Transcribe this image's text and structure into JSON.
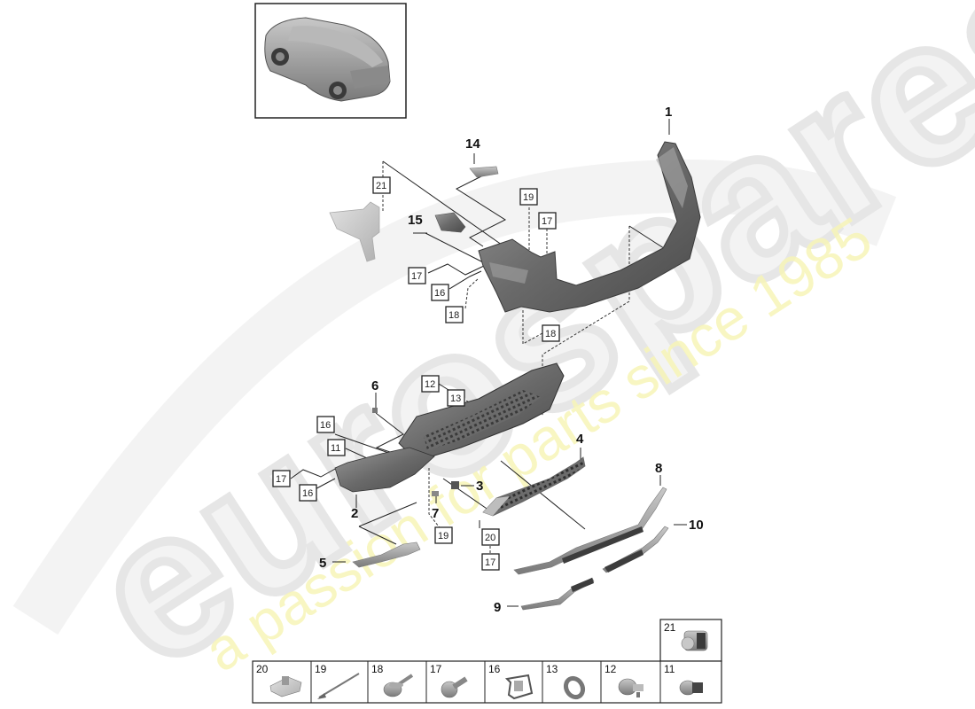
{
  "watermark": {
    "brand": "eurospares",
    "tagline": "a passion for parts since 1985",
    "tagline_color": "#f7f5b8",
    "brand_color": "#e6e6e6"
  },
  "thumbnail": {
    "alt": "vehicle overview - rear 3/4 view of SUV"
  },
  "callouts": {
    "c1": "1",
    "c2": "2",
    "c3": "3",
    "c4": "4",
    "c5": "5",
    "c6": "6",
    "c7": "7",
    "c8": "8",
    "c9": "9",
    "c10": "10",
    "c14": "14",
    "c15": "15"
  },
  "boxed_refs": {
    "b21": "21",
    "b19_top": "19",
    "b17_top": "17",
    "b17_mid": "17",
    "b16_mid": "16",
    "b18_mid": "18",
    "b18_right": "18",
    "b12": "12",
    "b13": "13",
    "b16_low": "16",
    "b11": "11",
    "b17_low": "17",
    "b16_left": "16",
    "b19_low": "19",
    "b20": "20",
    "b17_bottom": "17"
  },
  "parts_table": {
    "row_top": [
      {
        "num": "21",
        "icon": "clip-nut-icon"
      }
    ],
    "row_bottom": [
      {
        "num": "20",
        "icon": "bracket-clip-icon"
      },
      {
        "num": "19",
        "icon": "rivet-pin-icon"
      },
      {
        "num": "18",
        "icon": "expansion-rivet-icon"
      },
      {
        "num": "17",
        "icon": "screw-icon"
      },
      {
        "num": "16",
        "icon": "spring-clip-icon"
      },
      {
        "num": "13",
        "icon": "ring-nut-icon"
      },
      {
        "num": "12",
        "icon": "sensor-holder-icon"
      },
      {
        "num": "11",
        "icon": "sensor-clip-icon"
      }
    ]
  },
  "colors": {
    "part_dark": "#5e5e5e",
    "part_mid": "#8c8c8c",
    "part_light": "#bdbdbd",
    "line": "#222222"
  }
}
